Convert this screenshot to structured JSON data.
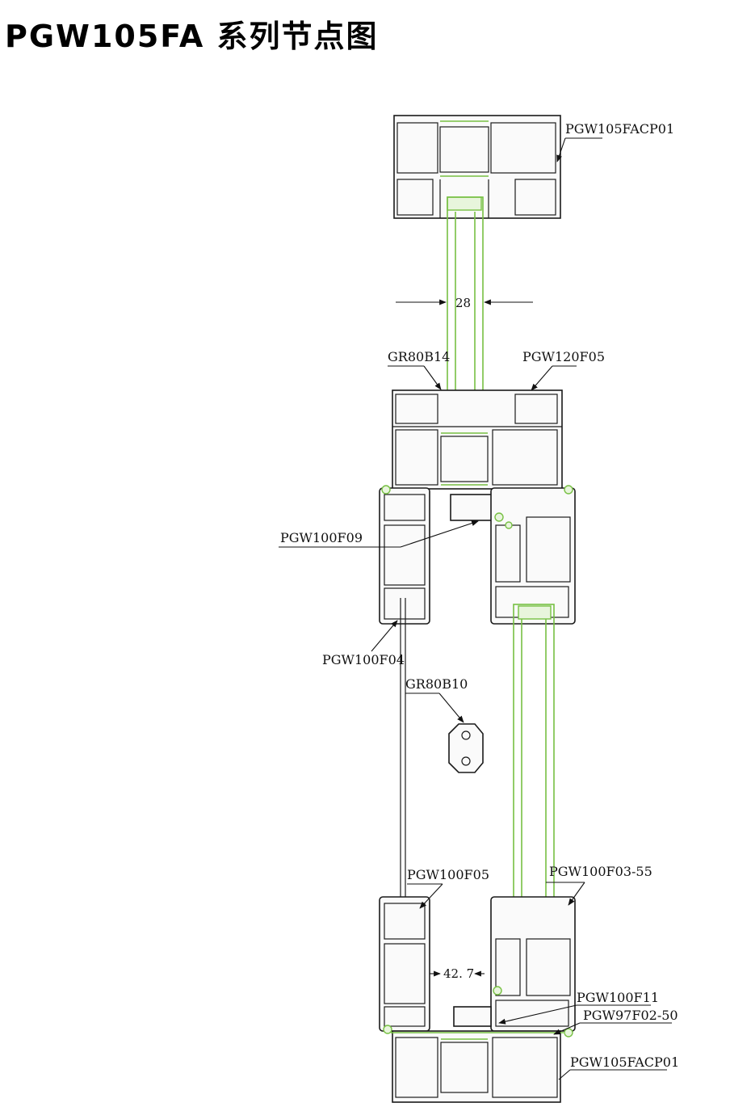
{
  "title": "PGW105FA 系列节点图",
  "colors": {
    "profile_stroke": "#1a1a1a",
    "glass_gasket": "#77c043",
    "background": "#ffffff"
  },
  "dimensions": {
    "glass_thickness": "28",
    "gap": "42. 7"
  },
  "labels": {
    "top_frame": "PGW105FACP01",
    "gr80b14": "GR80B14",
    "pgw120f05": "PGW120F05",
    "pgw100f09": "PGW100F09",
    "pgw100f04": "PGW100F04",
    "gr80b10": "GR80B10",
    "pgw100f05": "PGW100F05",
    "pgw100f03": "PGW100F03-55",
    "pgw100f11": "PGW100F11",
    "pgw97f02": "PGW97F02-50",
    "bottom_frame": "PGW105FACP01"
  }
}
